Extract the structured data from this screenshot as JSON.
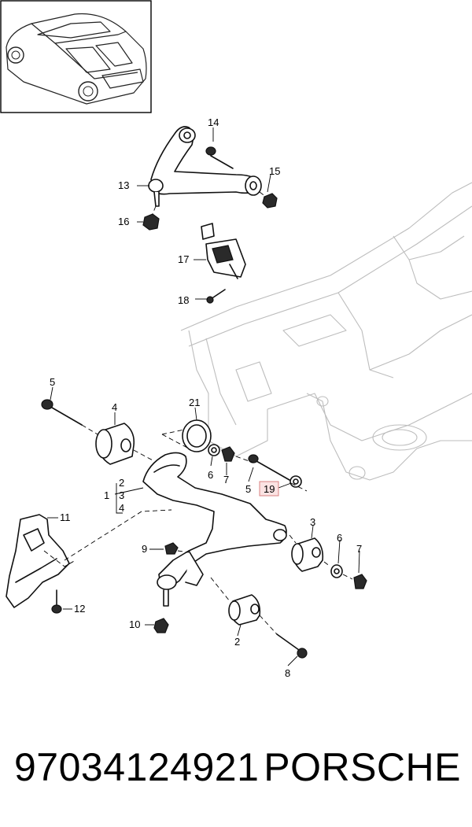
{
  "caption": {
    "part_number": "97034124921",
    "brand": "PORSCHE"
  },
  "callouts": {
    "c1": "1",
    "c2": "2",
    "c2b": "2",
    "c3": "3",
    "c3b": "3",
    "c4": "4",
    "c4b": "4",
    "c5": "5",
    "c5b": "5",
    "c6": "6",
    "c6b": "6",
    "c7": "7",
    "c7b": "7",
    "c8": "8",
    "c9": "9",
    "c10": "10",
    "c11": "11",
    "c12": "12",
    "c13": "13",
    "c14": "14",
    "c15": "15",
    "c16": "16",
    "c17": "17",
    "c18": "18",
    "c19": "19",
    "c21": "21"
  },
  "highlight_color": "#fbe3e3"
}
